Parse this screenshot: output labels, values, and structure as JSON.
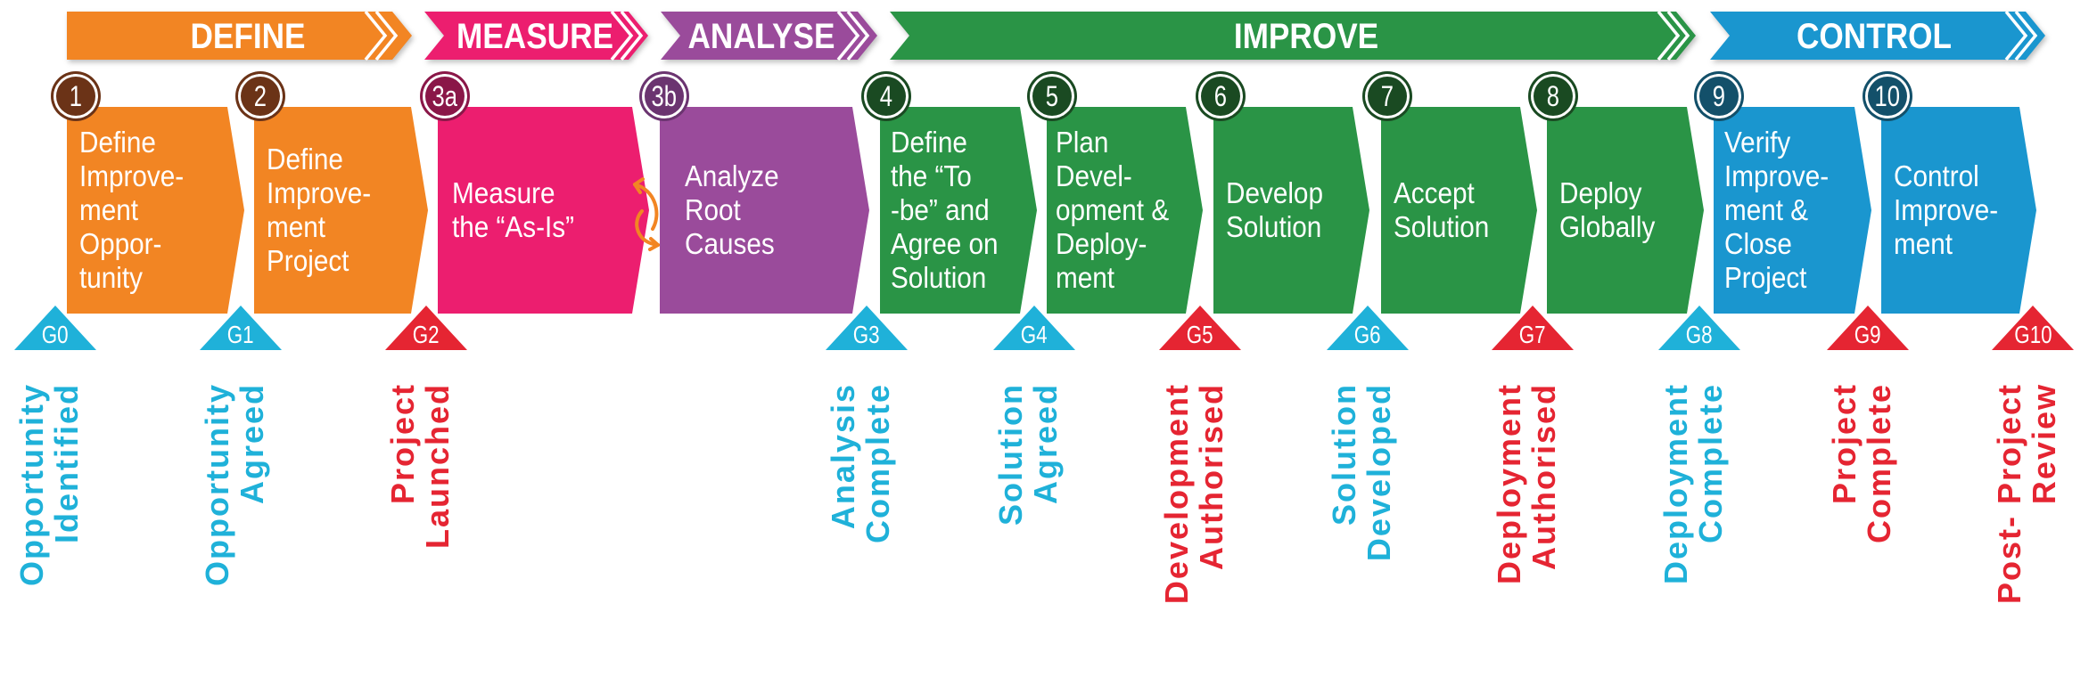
{
  "phases": [
    {
      "label": "DEFINE",
      "color": "#f28523"
    },
    {
      "label": "MEASURE",
      "color": "#ec1e6f"
    },
    {
      "label": "ANALYSE",
      "color": "#9a4b9b"
    },
    {
      "label": "IMPROVE",
      "color": "#2a9446"
    },
    {
      "label": "CONTROL",
      "color": "#1a96cf"
    }
  ],
  "steps": [
    {
      "num": "1",
      "text": "Define\nImprove-\nment\nOppor-\ntunity"
    },
    {
      "num": "2",
      "text": "Define\nImprove-\nment\nProject"
    },
    {
      "num": "3a",
      "text": "Measure\nthe “As-Is”"
    },
    {
      "num": "3b",
      "text": "Analyze\nRoot\nCauses"
    },
    {
      "num": "4",
      "text": "Define\nthe “To\n-be” and\nAgree on\nSolution"
    },
    {
      "num": "5",
      "text": "Plan\nDevel-\nopment &\nDeploy-\nment"
    },
    {
      "num": "6",
      "text": "Develop\nSolution"
    },
    {
      "num": "7",
      "text": "Accept\nSolution"
    },
    {
      "num": "8",
      "text": "Deploy\nGlobally"
    },
    {
      "num": "9",
      "text": "Verify\nImprove-\nment &\nClose\nProject"
    },
    {
      "num": "10",
      "text": "Control\nImprove-\nment"
    }
  ],
  "gates": [
    {
      "id": "G0",
      "color": "blue",
      "line1": "Opportunity",
      "line2": "Identified"
    },
    {
      "id": "G1",
      "color": "blue",
      "line1": "Opportunity",
      "line2": "Agreed"
    },
    {
      "id": "G2",
      "color": "red",
      "line1": "Project",
      "line2": "Launched"
    },
    {
      "id": "G3",
      "color": "blue",
      "line1": "Analysis",
      "line2": "Complete"
    },
    {
      "id": "G4",
      "color": "blue",
      "line1": "Solution",
      "line2": "Agreed"
    },
    {
      "id": "G5",
      "color": "red",
      "line1": "Development",
      "line2": "Authorised"
    },
    {
      "id": "G6",
      "color": "blue",
      "line1": "Solution",
      "line2": "Developed"
    },
    {
      "id": "G7",
      "color": "red",
      "line1": "Deployment",
      "line2": "Authorised"
    },
    {
      "id": "G8",
      "color": "blue",
      "line1": "Deployment",
      "line2": "Complete"
    },
    {
      "id": "G9",
      "color": "red",
      "line1": "Project",
      "line2": "Complete"
    },
    {
      "id": "G10",
      "color": "red",
      "line1": "Post- Project",
      "line2": "Review"
    }
  ]
}
